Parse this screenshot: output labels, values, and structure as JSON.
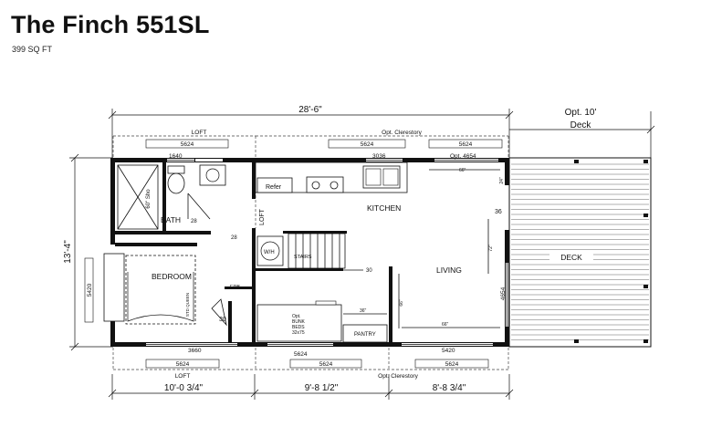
{
  "title": "The Finch 551SL",
  "subtitle": "399 SQ FT",
  "dimensions": {
    "overall_length": "28'-6\"",
    "overall_width": "13'-4\"",
    "deck_width_label_1": "Opt. 10'",
    "deck_width_label_2": "Deck",
    "seg_left": "10'-0 3/4\"",
    "seg_mid": "9'-8 1/2\"",
    "seg_right": "8'-8 3/4\""
  },
  "top_labels": {
    "loft": "LOFT",
    "clerestory": "Opt. Clerestory",
    "win1": "5624",
    "win2": "5624",
    "win3": "5624",
    "w1640": "1640",
    "w3036": "3036",
    "w4654": "Opt. 4654"
  },
  "bottom_labels": {
    "w3660": "3660",
    "w5624a": "5624",
    "w5420": "5420",
    "win1": "5624",
    "win2": "5624",
    "win3": "5624",
    "loft": "LOFT",
    "clerestory": "Opt. Clerestory"
  },
  "rooms": {
    "bath": "BATH",
    "kitchen": "KITCHEN",
    "living": "LIVING",
    "bedroom": "BEDROOM",
    "deck": "DECK",
    "loft_side": "LOFT",
    "stairs": "STAIRS",
    "wh": "W/H",
    "pantry": "PANTRY",
    "epb": "EPB",
    "refer": "Refer",
    "shower": "60\" Sho",
    "bed": "STD QUEEN",
    "bunk1": "Opt.",
    "bunk2": "BUNK",
    "bunk3": "BEDS",
    "bunk4": "32x75"
  },
  "misc": {
    "n28a": "28",
    "n28b": "28",
    "n30a": "30",
    "n30b": "30",
    "n36": "36",
    "w5420_left": "5420",
    "w4654_right": "4654",
    "h66a": "66\"",
    "h66b": "66\"",
    "h66c": "66\"",
    "h36": "36\"",
    "h72": "72\"",
    "h24": "24\""
  }
}
